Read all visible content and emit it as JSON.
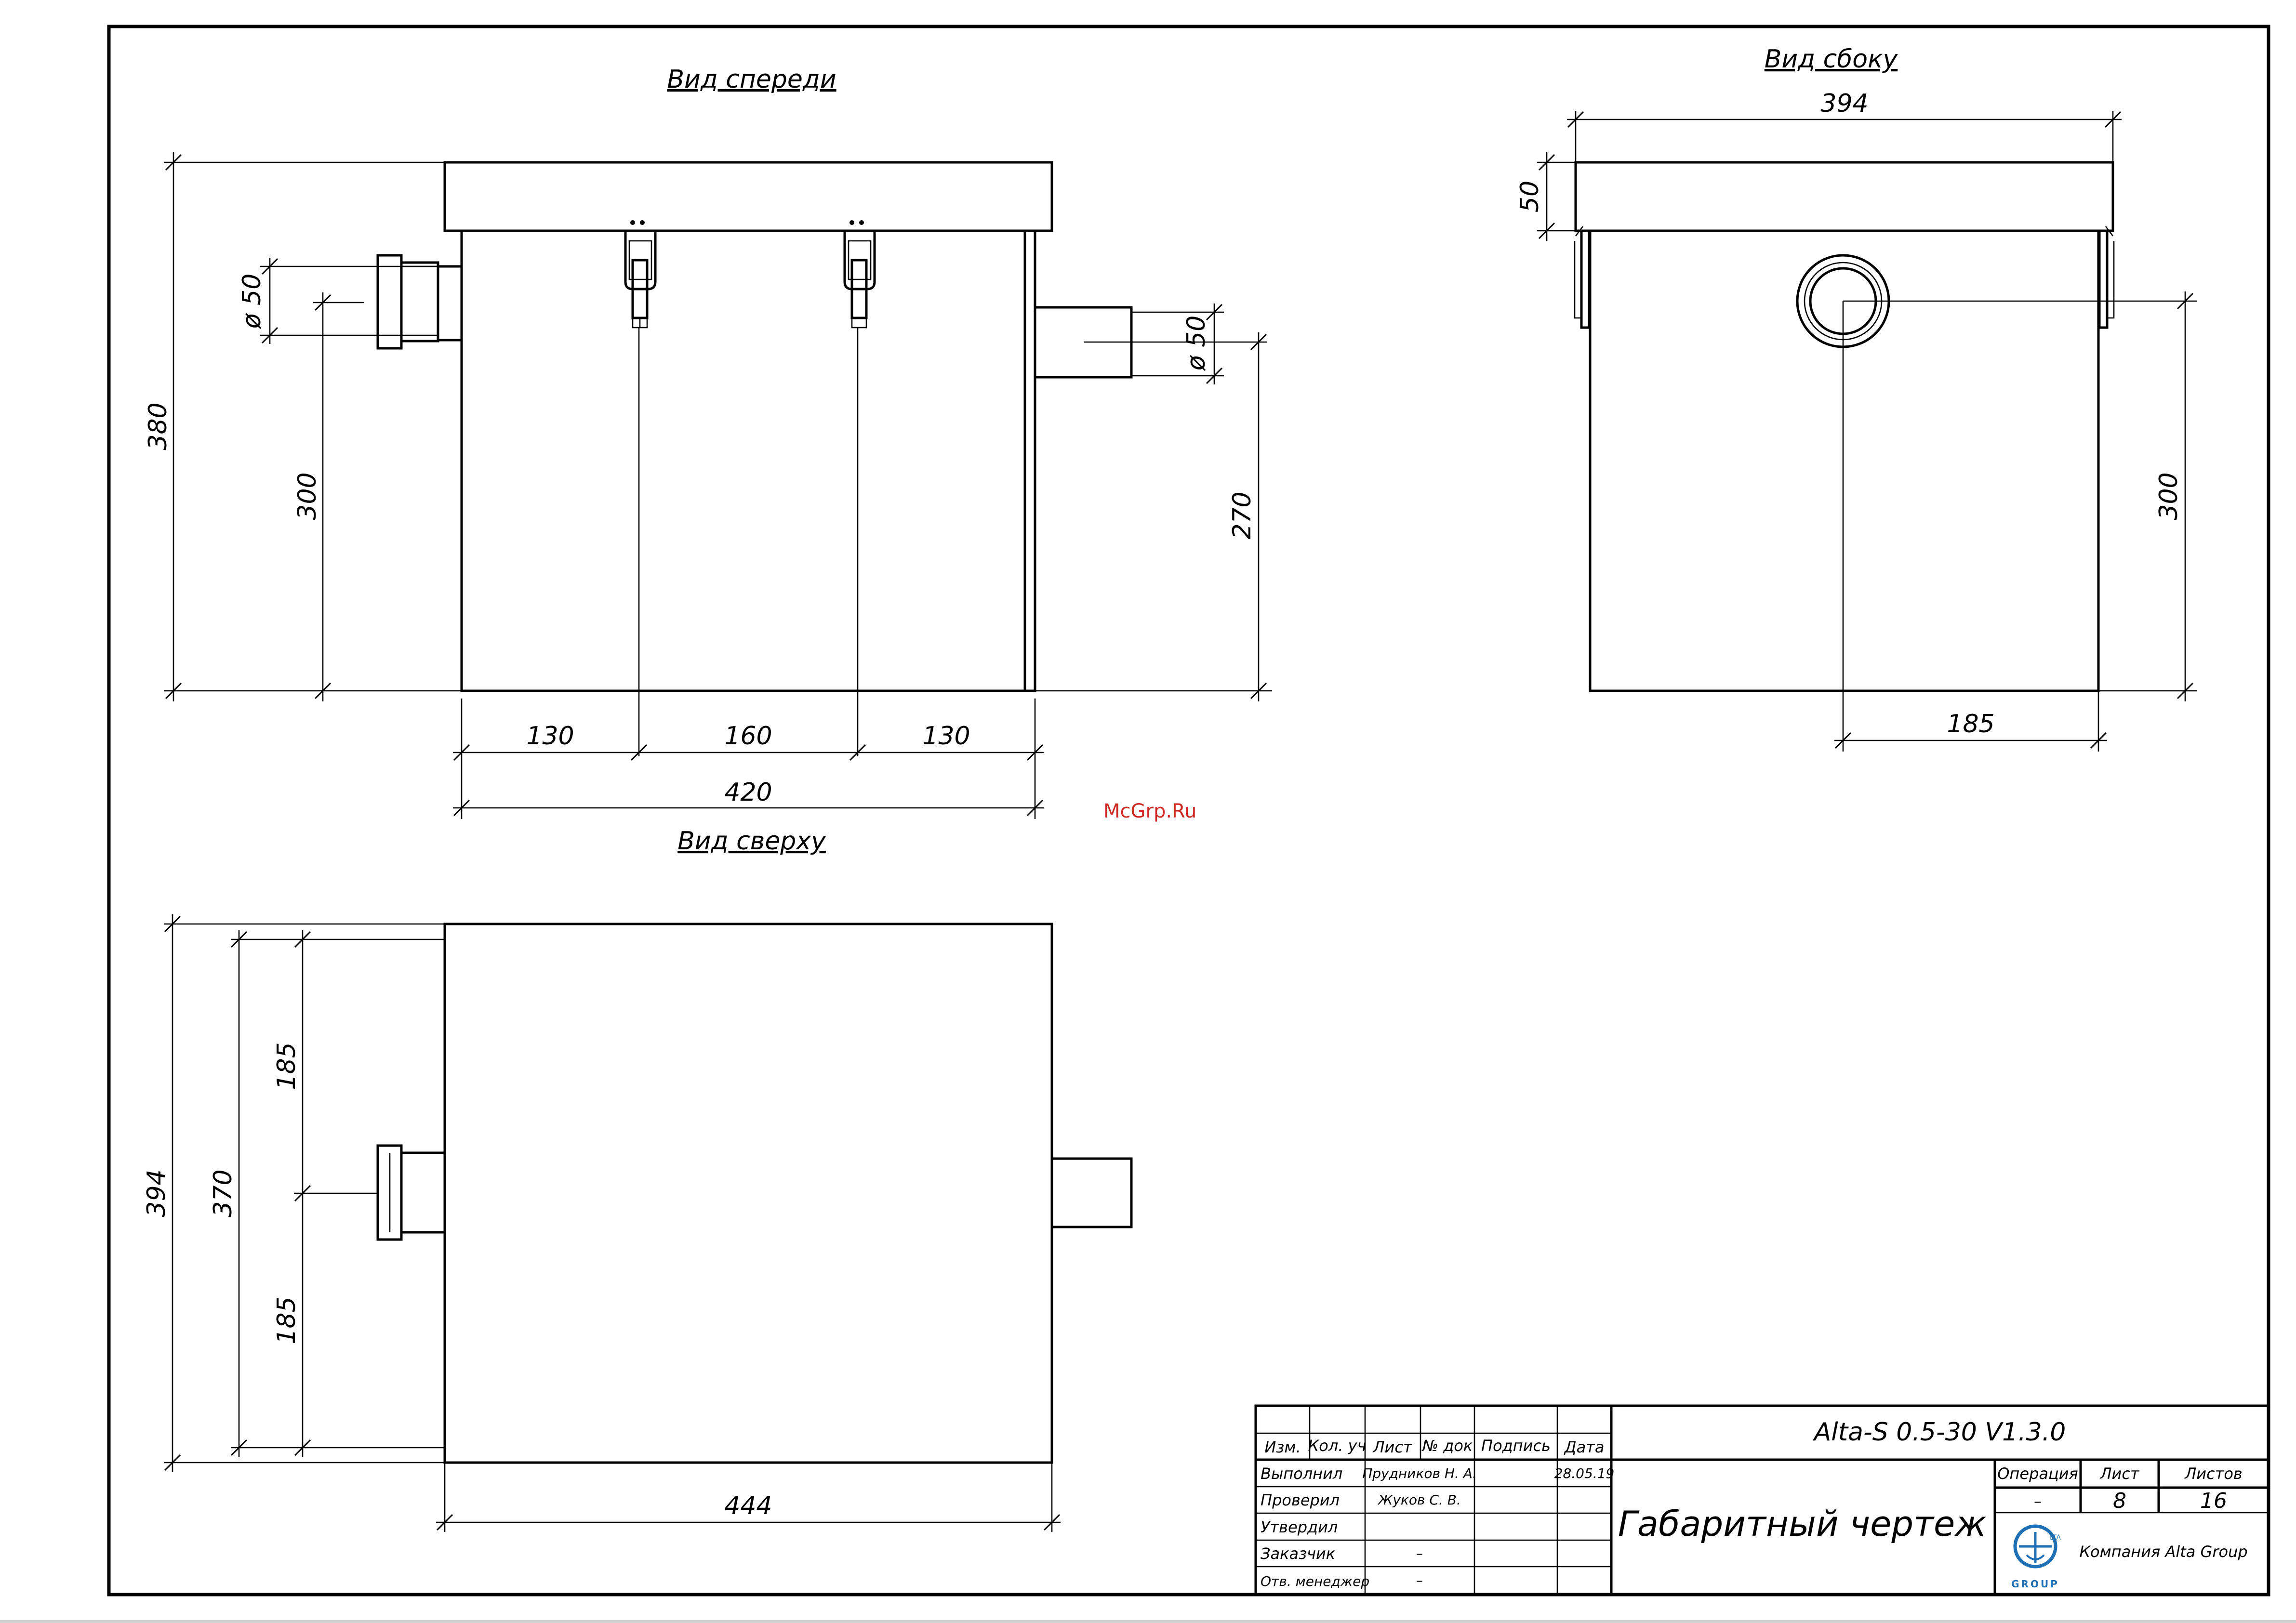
{
  "views": {
    "front_title": "Вид спереди",
    "side_title": "Вид сбоку",
    "top_title": "Вид сверху"
  },
  "dimensions": {
    "front": {
      "height_total": "380",
      "height_inlet": "300",
      "inlet_diameter": "ø 50",
      "outlet_diameter": "ø 50",
      "height_outlet": "270",
      "seg_left": "130",
      "seg_mid": "160",
      "seg_right": "130",
      "width_total": "420"
    },
    "side": {
      "width_total": "394",
      "lid_height": "50",
      "height_inlet": "300",
      "inlet_offset": "185"
    },
    "top": {
      "depth_total": "394",
      "depth_body": "370",
      "upper": "185",
      "lower": "185",
      "length_total": "444"
    }
  },
  "watermark": "McGrp.Ru",
  "title_block": {
    "headers": [
      "Изм.",
      "Кол. уч",
      "Лист",
      "№ док",
      "Подпись",
      "Дата"
    ],
    "rows": [
      {
        "role": "Выполнил",
        "name": "Прудников Н. А.",
        "date": "28.05.19"
      },
      {
        "role": "Проверил",
        "name": "Жуков С. В.",
        "date": ""
      },
      {
        "role": "Утвердил",
        "name": "",
        "date": ""
      },
      {
        "role": "Заказчик",
        "name": "–",
        "date": ""
      },
      {
        "role": "Отв. менеджер",
        "name": "–",
        "date": ""
      }
    ],
    "designation": "Alta-S 0.5-30 V1.3.0",
    "drawing_name": "Габаритный чертеж",
    "operation_label": "Операция",
    "sheet_label": "Лист",
    "sheets_label": "Листов",
    "operation_value": "–",
    "sheet_value": "8",
    "sheets_value": "16",
    "company": "Компания Alta Group",
    "logo_text": "GROUP",
    "logo_small": "LTA"
  }
}
